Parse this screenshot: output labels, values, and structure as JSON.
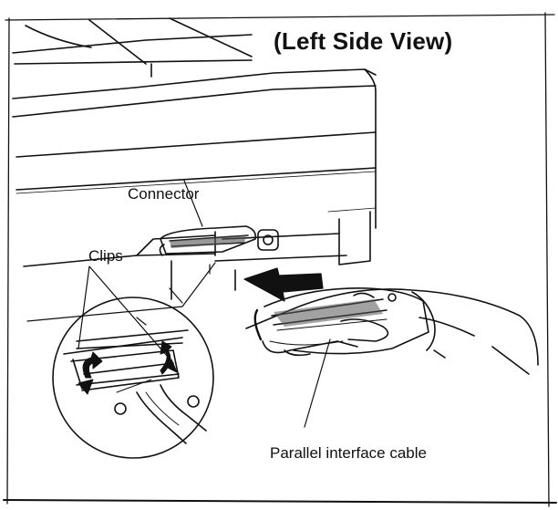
{
  "figure": {
    "title": "(Left Side View)"
  },
  "labels": {
    "connector": "Connector",
    "clips": "Clips",
    "cable": "Parallel interface cable"
  },
  "colors": {
    "ink": "#111111",
    "paper": "#ffffff",
    "shade": "#555555"
  }
}
